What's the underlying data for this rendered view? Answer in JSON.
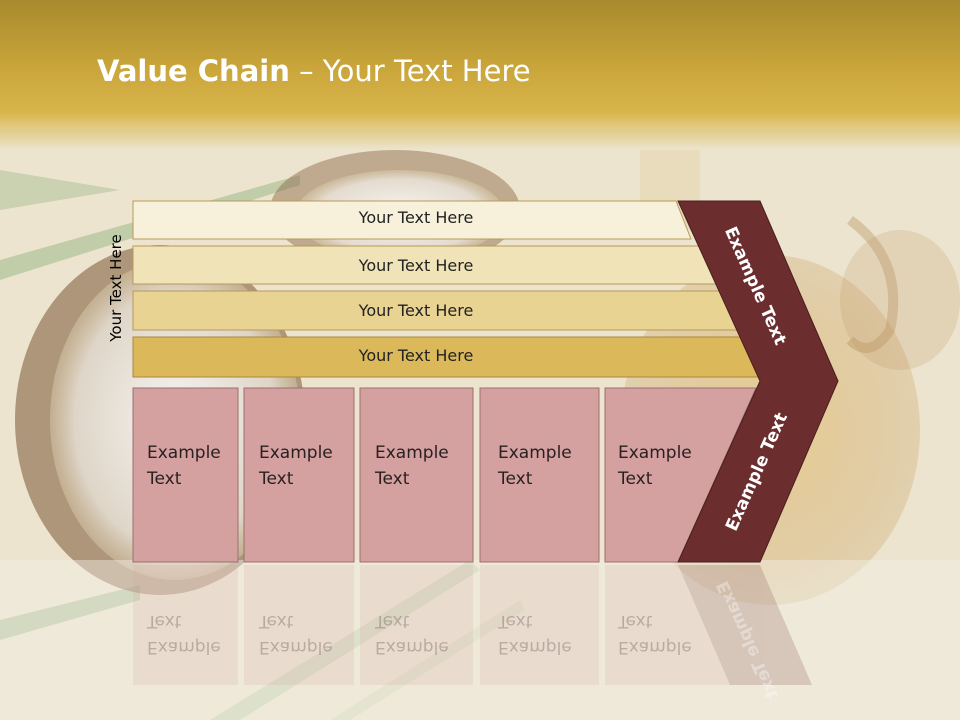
{
  "title": {
    "bold": "Value Chain",
    "rest": " – Your Text Here"
  },
  "side_label": "Your Text Here",
  "rows": [
    {
      "label": "Your Text Here",
      "color": "#f7f1dc"
    },
    {
      "label": "Your Text Here",
      "color": "#f1e3b8"
    },
    {
      "label": "Your Text Here",
      "color": "#e9d393"
    },
    {
      "label": "Your Text Here",
      "color": "#dbb85a"
    }
  ],
  "cells": [
    {
      "line1": "Example",
      "line2": "Text"
    },
    {
      "line1": "Example",
      "line2": "Text"
    },
    {
      "line1": "Example",
      "line2": "Text"
    },
    {
      "line1": "Example",
      "line2": "Text"
    },
    {
      "line1": "Example",
      "line2": "Text"
    }
  ],
  "chevron": {
    "upper": "Example Text",
    "lower": "Example Text",
    "color": "#6b2d2e"
  },
  "colors": {
    "cell": "#d4a0a0",
    "title_band": "#c9a53a"
  }
}
